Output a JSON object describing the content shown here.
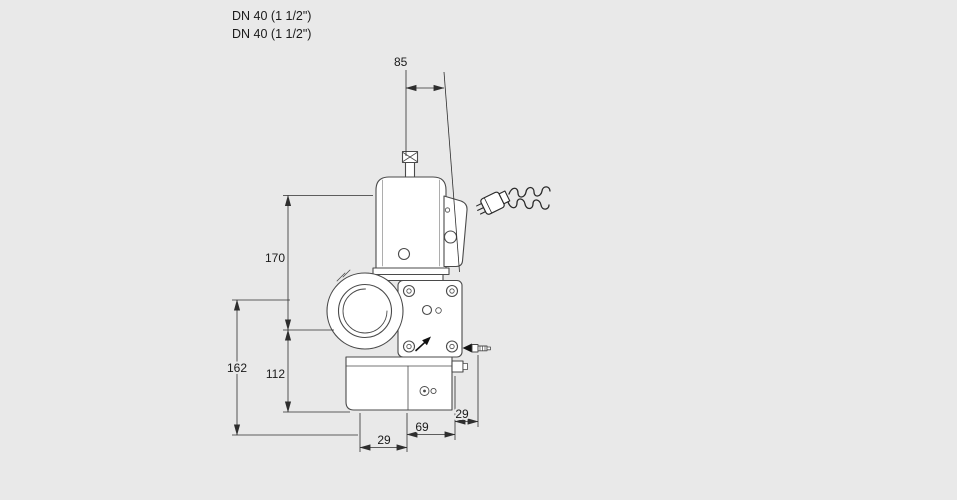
{
  "header": {
    "size_label_line1": "DN 40 (1 1/2\")",
    "size_label_line2": "DN 40 (1 1/2\")"
  },
  "dimensions": {
    "top_width": "85",
    "upper_height": "170",
    "left_total_height": "162",
    "lower_height": "112",
    "bottom_left_offset": "29",
    "bottom_center_width": "69",
    "bottom_right_offset": "29"
  },
  "colors": {
    "background": "#e9e9e9",
    "drawing_line": "#4a4a4a",
    "dimension_line": "#2e2e2e",
    "text": "#1a1a1a",
    "part_fill": "#ffffff",
    "solid_black": "#111111"
  }
}
